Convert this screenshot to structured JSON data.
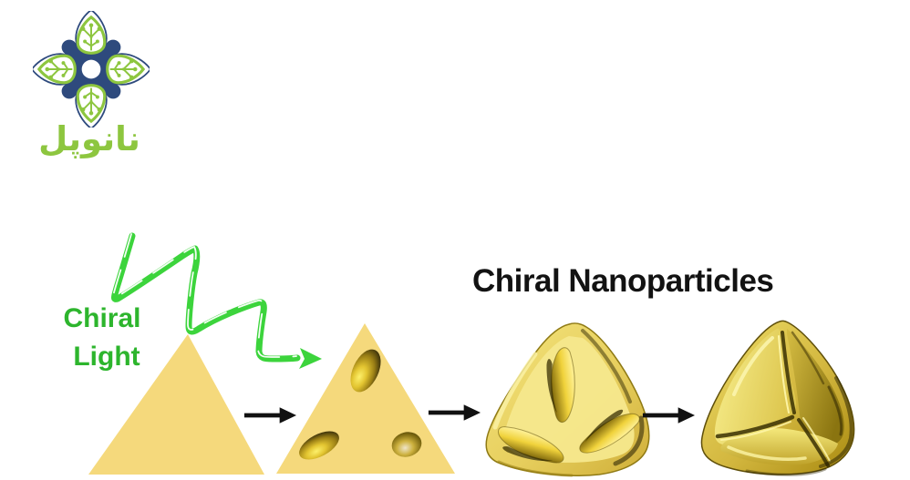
{
  "logo": {
    "wordmark": "نانوپل",
    "colors": {
      "leaf_green": "#8dc63f",
      "gear_navy": "#2e4a7d",
      "background": "#ffffff"
    }
  },
  "scene": {
    "light_label": {
      "line1": "Chiral",
      "line2": "Light",
      "color": "#2db52d"
    },
    "title": {
      "text": "Chiral Nanoparticles",
      "color": "#121212"
    },
    "wave_arrow": {
      "semantic": "chiral-light-helical-wave",
      "color": "#3cd43c",
      "highlight": "#ffffff"
    },
    "step_arrows": {
      "count": 3,
      "color": "#111111"
    },
    "shapes": {
      "prism_fill": "#f5d97c",
      "gold_highlight": "#fff29a",
      "gold_mid": "#e0c24a",
      "gold_shadow": "#3a3003",
      "steps": [
        "gold-nanoprism",
        "nanoprism-with-chiral-pits",
        "chiral-nanoparticle-forming",
        "chiral-nanoparticle-final"
      ]
    }
  }
}
